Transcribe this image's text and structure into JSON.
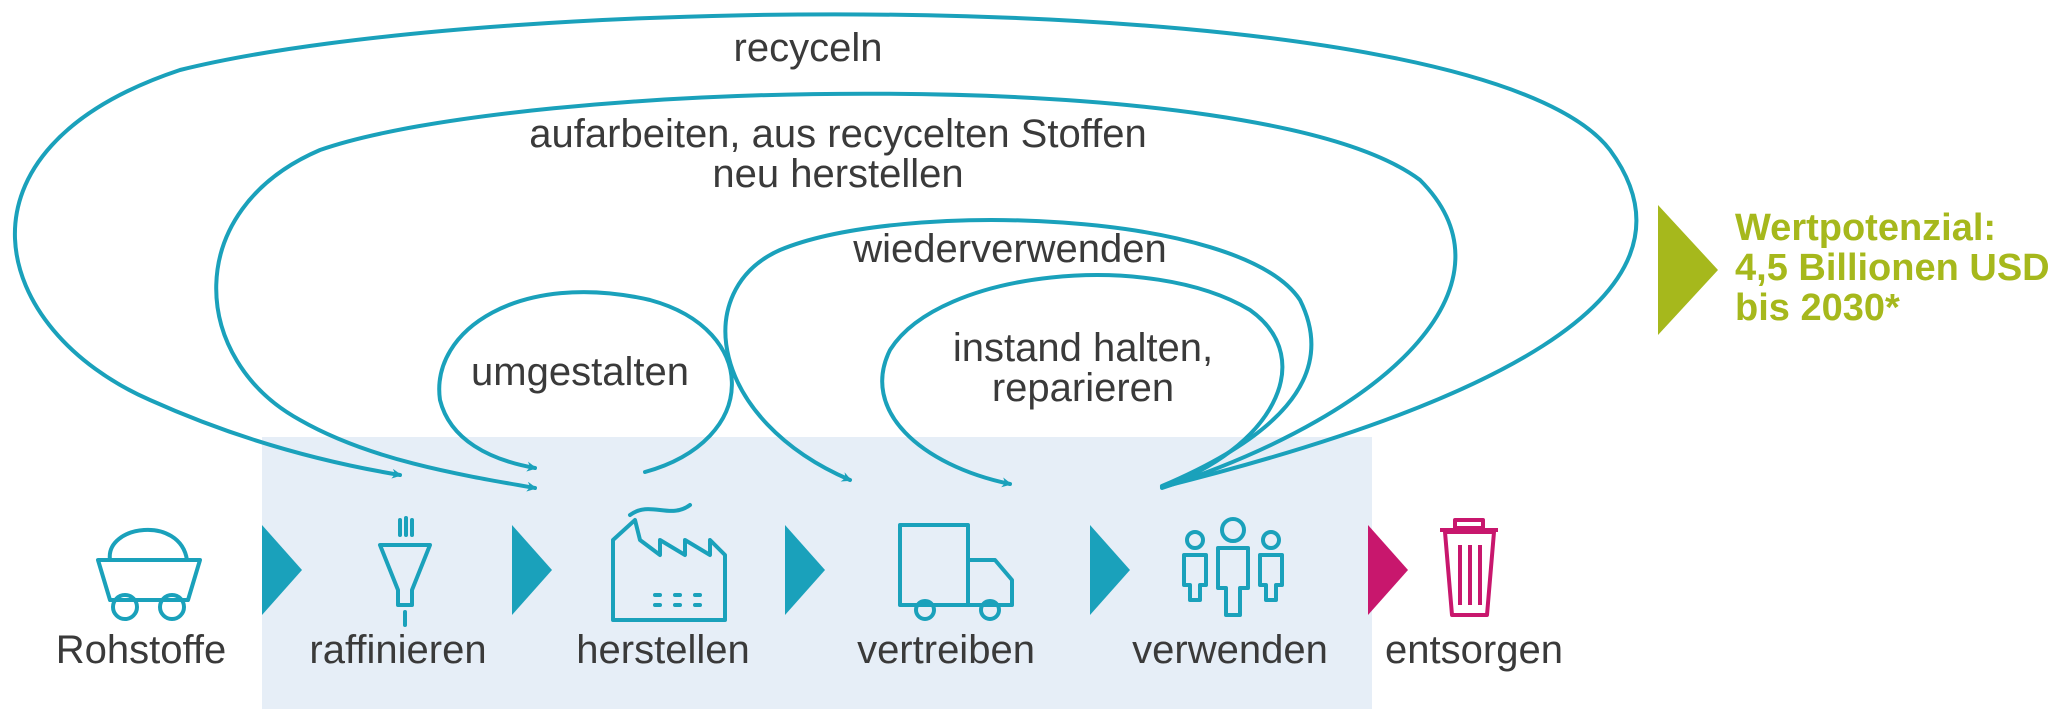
{
  "loops": {
    "recyceln": "recyceln",
    "aufarbeiten_line1": "aufarbeiten, aus recycelten Stoffen",
    "aufarbeiten_line2": "neu herstellen",
    "wiederverwenden": "wiederverwenden",
    "umgestalten": "umgestalten",
    "instand_line1": "instand halten,",
    "instand_line2": "reparieren"
  },
  "steps": [
    {
      "label": "Rohstoffe",
      "icon": "mine-cart-icon"
    },
    {
      "label": "raffinieren",
      "icon": "funnel-icon"
    },
    {
      "label": "herstellen",
      "icon": "factory-icon"
    },
    {
      "label": "vertreiben",
      "icon": "delivery-truck-icon"
    },
    {
      "label": "verwenden",
      "icon": "people-icon"
    },
    {
      "label": "entsorgen",
      "icon": "trash-can-icon"
    }
  ],
  "value_potential": {
    "line1": "Wertpotenzial:",
    "line2": "4,5 Billionen USD",
    "line3": "bis 2030*"
  },
  "colors": {
    "teal": "#1aa1bb",
    "panel": "#e6eef7",
    "magenta": "#c8176d",
    "olive": "#a6b81c",
    "text": "#3a3a3a"
  }
}
